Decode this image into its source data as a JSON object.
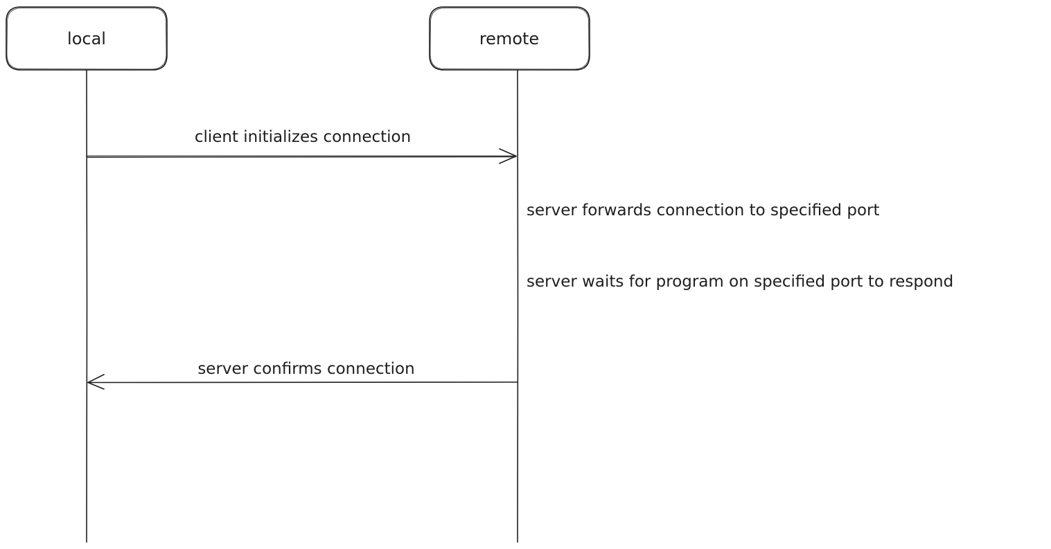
{
  "participants": {
    "local": "local",
    "remote": "remote"
  },
  "messages": {
    "client_init": "client initializes connection",
    "server_confirm": "server confirms connection"
  },
  "notes": {
    "forward": "server forwards connection to specified port",
    "wait": "server waits for program on specified port to respond"
  },
  "colors": {
    "stroke": "#1e1e1e",
    "background": "#ffffff"
  }
}
